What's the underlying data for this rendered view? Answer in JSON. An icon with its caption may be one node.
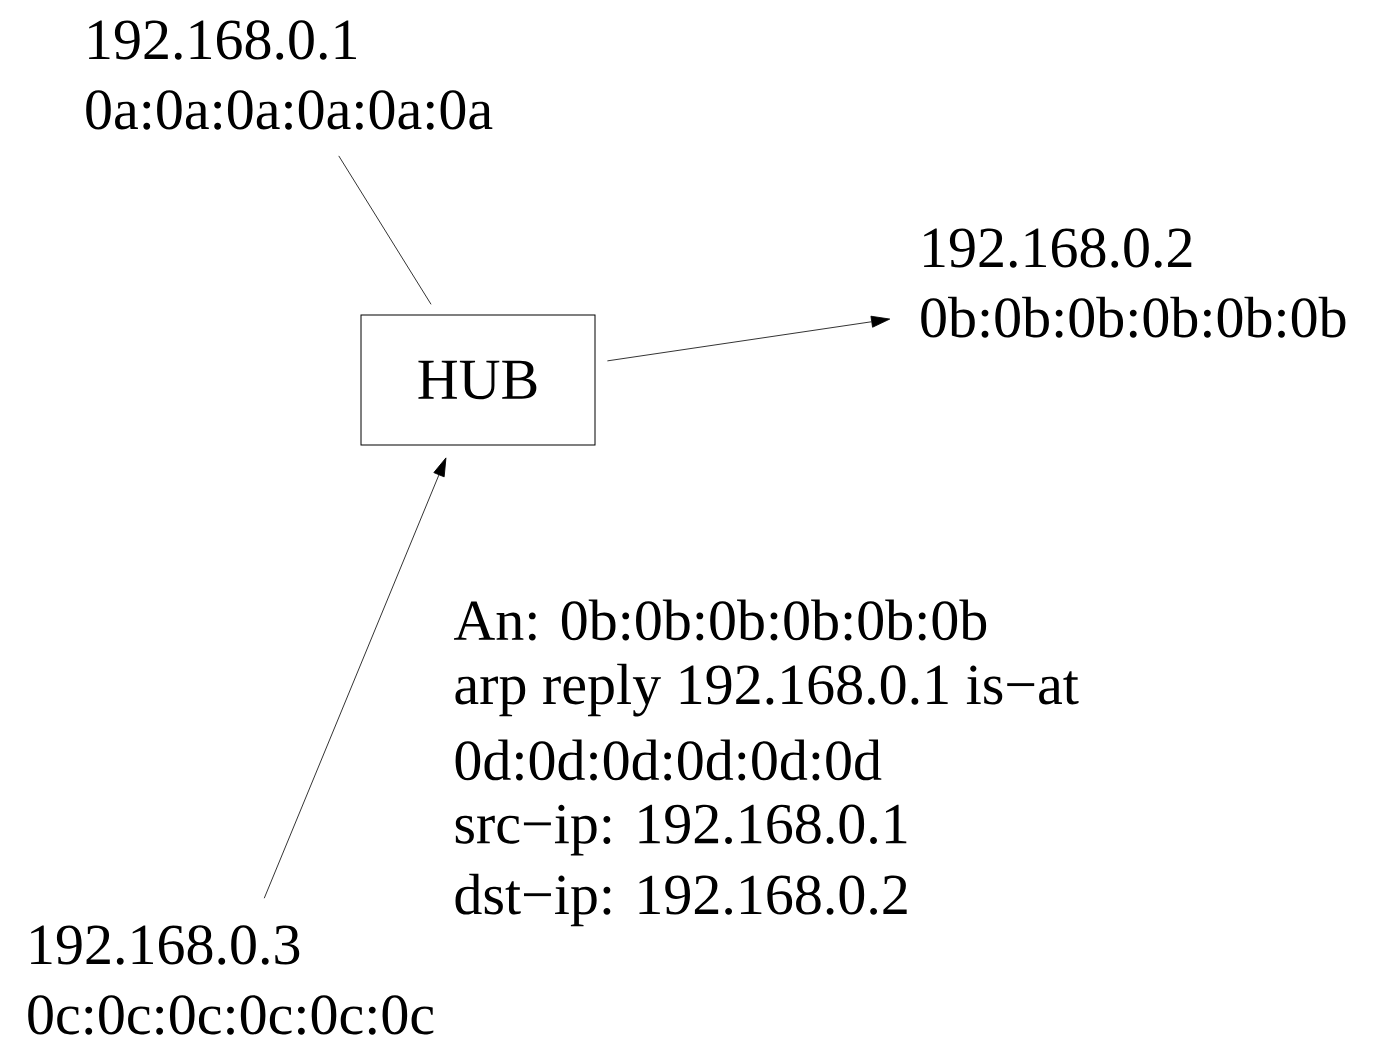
{
  "diagram": {
    "nodes": [
      {
        "text": [
          "192.168.0.1",
          "0a:0a:0a:0a:0a:0a"
        ]
      },
      {
        "text": [
          "HUB"
        ]
      },
      {
        "text": [
          "192.168.0.2",
          "0b:0b:0b:0b:0b:0b"
        ]
      },
      {
        "text": [
          "192.168.0.3",
          "0c:0c:0c:0c:0c:0c"
        ]
      }
    ],
    "edges": [
      {
        "from": 0,
        "to": 1,
        "arrow": "none"
      },
      {
        "from": 1,
        "to": 2,
        "arrow": "to"
      },
      {
        "from": 3,
        "to": 1,
        "arrow": "to"
      }
    ],
    "labels": [
      "An: 0b:0b:0b:0b:0b:0b",
      "arp reply 192.168.0.1 is−at",
      "0d:0d:0d:0d:0d:0d",
      "src−ip: 192.168.0.1",
      "dst−ip: 192.168.0.2"
    ]
  }
}
